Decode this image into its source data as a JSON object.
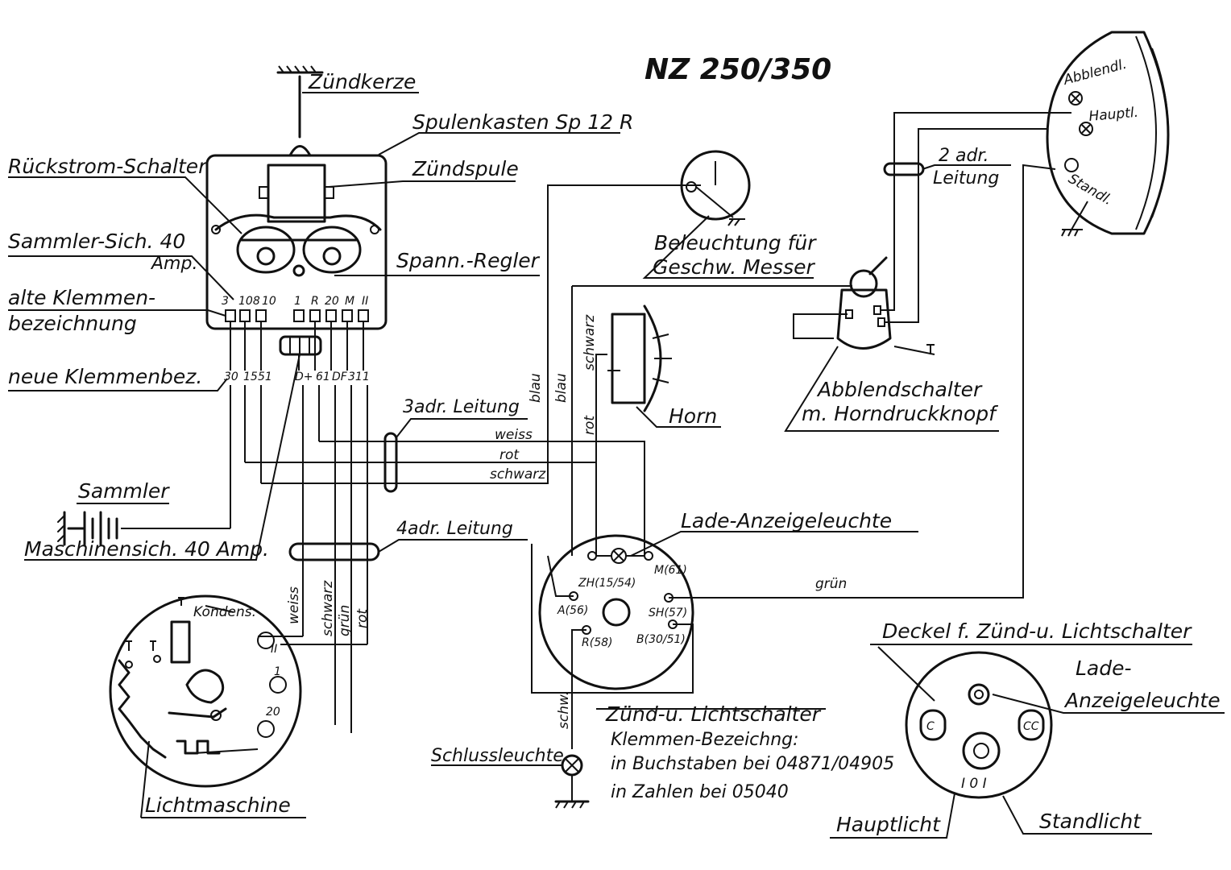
{
  "title": "NZ 250/350",
  "labels": {
    "zuendkerze": "Zündkerze",
    "spulenkasten": "Spulenkasten Sp 12 R",
    "rueckstrom": "Rückstrom-Schalter",
    "zuendspule": "Zündspule",
    "sammler_sich": "Sammler-Sich. 40",
    "amp": "Amp.",
    "spann_regler": "Spann.-Regler",
    "alte_klemmen_1": "alte Klemmen-",
    "alte_klemmen_2": "bezeichnung",
    "neue_klemmen": "neue Klemmenbez.",
    "sammler": "Sammler",
    "maschinensich": "Maschinensich. 40 Amp.",
    "lichtmaschine": "Lichtmaschine",
    "kondens": "Kondens.",
    "leitung3": "3adr. Leitung",
    "leitung4": "4adr. Leitung",
    "leitung2_1": "2 adr.",
    "leitung2_2": "Leitung",
    "beleuchtung_1": "Beleuchtung für",
    "beleuchtung_2": "Geschw. Messer",
    "horn": "Horn",
    "abblendschalter_1": "Abblendschalter",
    "abblendschalter_2": "m. Horndruckknopf",
    "lade_anzeige": "Lade-Anzeigeleuchte",
    "zuend_licht": "Zünd-u. Lichtschalter",
    "klemmen_bez": "Klemmen-Bezeichng:",
    "in_buchstaben": "in Buchstaben bei 04871/04905",
    "in_zahlen": "in Zahlen bei 05040",
    "schlussleuchte": "Schlussleuchte",
    "deckel": "Deckel f. Zünd-u. Lichtschalter",
    "lade_2_1": "Lade-",
    "lade_2_2": "Anzeigeleuchte",
    "hauptlicht": "Hauptlicht",
    "standlicht": "Standlicht",
    "abblendl": "Abblendl.",
    "haupt_l": "Hauptl.",
    "stand_l": "Standl."
  },
  "wire_labels": {
    "weiss": "weiss",
    "rot": "rot",
    "schwarz": "schwarz",
    "blau": "blau",
    "gruen": "grün",
    "grun_short": "grün",
    "schw": "schw."
  },
  "terminals_old": [
    "3",
    "108",
    "10",
    "1",
    "R",
    "20",
    "M",
    "II"
  ],
  "terminals_new": [
    "30",
    "15",
    "51",
    "D+",
    "61",
    "DF",
    "31",
    "1"
  ],
  "switch_terminals": {
    "zh": "ZH(15/54)",
    "m": "M(61)",
    "a": "A(56)",
    "sh": "SH(57)",
    "r": "R(58)",
    "b": "B(30/51)"
  },
  "generator_terminals": [
    "II",
    "1",
    "20"
  ],
  "cover_marks": "I 0 I"
}
